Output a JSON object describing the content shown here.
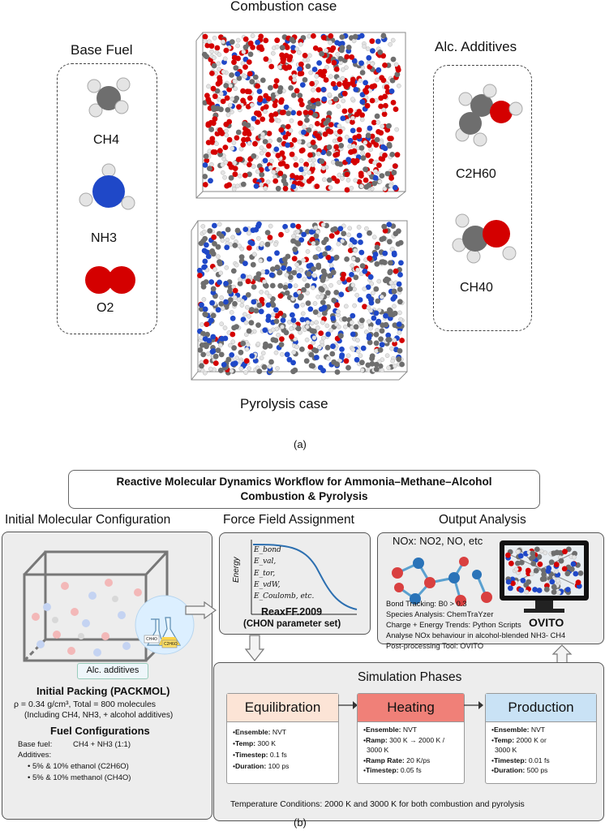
{
  "part_a": {
    "combustion_title": "Combustion case",
    "pyrolysis_title": "Pyrolysis case",
    "base_fuel_title": "Base Fuel",
    "base_fuel_items": [
      "CH4",
      "NH3",
      "O2"
    ],
    "additives_title": "Alc. Additives",
    "additive_items": [
      "C2H60",
      "CH40"
    ],
    "caption": "(a)"
  },
  "part_b": {
    "title_line1": "Reactive Molecular Dynamics Workflow for Ammonia–Methane–Alcohol",
    "title_line2": "Combustion & Pyrolysis",
    "caption": "(b)",
    "initial": {
      "title": "Initial Molecular Configuration",
      "additives_tag": "Alc. additives",
      "flask_label_1": "CH4O",
      "flask_label_2": "C2H6O",
      "packing_title": "Initial Packing (PACKMOL)",
      "packing_line1": "ρ = 0.34 g/cm³, Total = 800 molecules",
      "packing_line2": "(Including CH4, NH3, + alcohol additives)",
      "fuel_title": "Fuel Configurations",
      "base_fuel_label": "Base fuel:",
      "base_fuel_value": "CH4 + NH3 (1:1)",
      "additives_label": "Additives:",
      "additive_lines": [
        "5% & 10% ethanol (C2H6O)",
        "5% & 10% methanol (CH4O)"
      ]
    },
    "forcefield": {
      "title": "Force Field Assignment",
      "energy_axis": "Energy",
      "terms": [
        "E_bond",
        "E_val,",
        "E_tor,",
        "E_vdW,",
        "E_Coulomb, etc."
      ],
      "name": "ReaxFF.2009",
      "param": "(CHON parameter set)"
    },
    "output": {
      "title": "Output Analysis",
      "nox_label": "NOx: NO2, NO, etc",
      "ovito_label": "OVITO",
      "lines": [
        "Bond Tracking: B0 > 0.3",
        "Species Analysis: ChemTraYzer",
        "Charge + Energy Trends: Python Scripts",
        "Analyse NOx behaviour in alcohol-blended NH3- CH4",
        "Post-processing Tool: OVITO"
      ]
    },
    "simulation": {
      "title": "Simulation Phases",
      "footer": "Temperature Conditions: 2000 K and 3000 K for both combustion and pyrolysis",
      "phases": [
        {
          "name": "Equilibration",
          "color": "#fce4d6",
          "rows": [
            {
              "k": "Ensemble:",
              "v": " NVT"
            },
            {
              "k": "Temp:",
              "v": " 300 K"
            },
            {
              "k": "Timestep:",
              "v": " 0.1 fs"
            },
            {
              "k": "Duration:",
              "v": " 100 ps"
            }
          ]
        },
        {
          "name": "Heating",
          "color": "#f08078",
          "rows": [
            {
              "k": "Ensemble:",
              "v": " NVT"
            },
            {
              "k": "Ramp:",
              "v": " 300 K → 2000 K /"
            },
            {
              "k": "",
              "v": "3000 K"
            },
            {
              "k": "Ramp Rate:",
              "v": " 20 K/ps"
            },
            {
              "k": "Timestep:",
              "v": " 0.05 fs"
            }
          ]
        },
        {
          "name": "Production",
          "color": "#c9e2f5",
          "rows": [
            {
              "k": "Ensemble:",
              "v": " NVT"
            },
            {
              "k": "Temp:",
              "v": " 2000 K or"
            },
            {
              "k": "",
              "v": "3000 K"
            },
            {
              "k": "Timestep:",
              "v": " 0.01 fs"
            },
            {
              "k": "Duration:",
              "v": " 500 ps"
            }
          ]
        }
      ]
    }
  },
  "colors": {
    "oxygen": "#d40000",
    "nitrogen": "#1f48c8",
    "carbon": "#6e6e6e",
    "hydrogen": "#e4e4e4",
    "panel_bg": "#ededed"
  }
}
